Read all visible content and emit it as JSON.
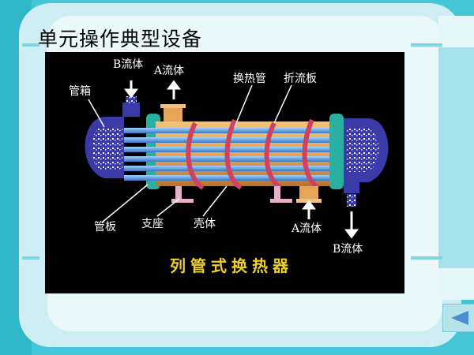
{
  "page": {
    "title": "单元操作典型设备"
  },
  "diagram": {
    "caption": "列管式换热器",
    "labels": {
      "tube_box": "管箱",
      "fluid_b_in": "B流体",
      "fluid_a_out": "A流体",
      "heat_tubes": "换热管",
      "baffle": "折流板",
      "tube_sheet": "管板",
      "support": "支座",
      "shell": "壳体",
      "fluid_a_in": "A流体",
      "fluid_b_out": "B流体"
    }
  },
  "navigation": {
    "prev_icon": "triangle-left-icon"
  },
  "colors": {
    "background": "#45c6d6",
    "figure_bg": "#000000",
    "shell": "#e8a55a",
    "tubes": "#5aa0e0",
    "baffle": "#d04060",
    "head": "#3a3aa8",
    "nozzle": "#e8b0c8",
    "caption": "#f0d020"
  }
}
